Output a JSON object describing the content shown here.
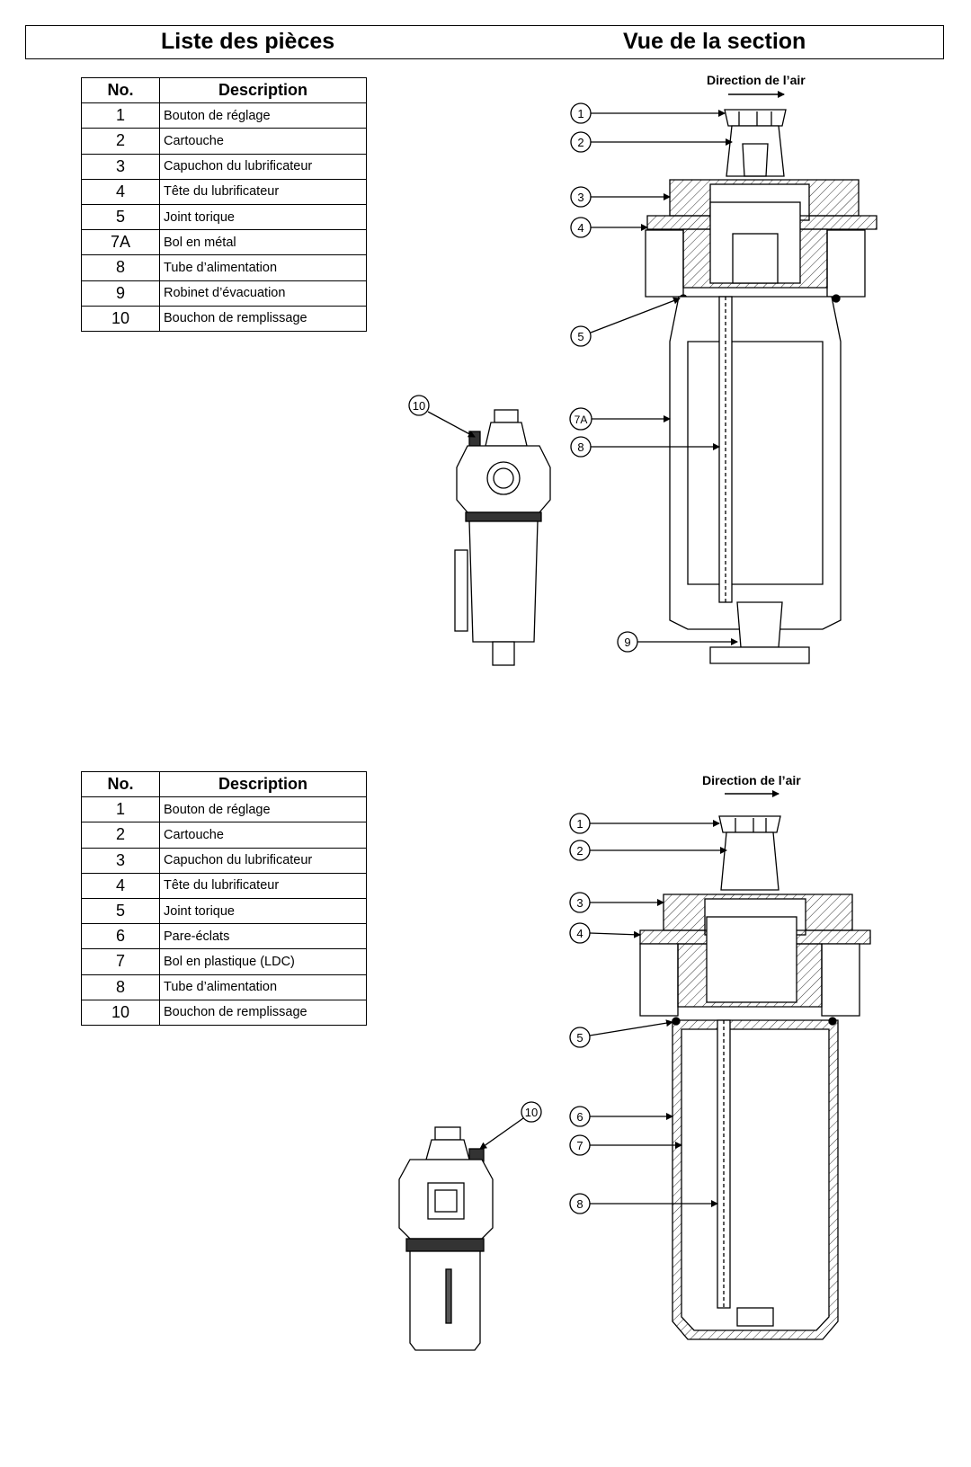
{
  "header": {
    "left_title": "Liste des pièces",
    "right_title": "Vue de la section"
  },
  "table_top": {
    "col_no": "No.",
    "col_desc": "Description",
    "rows": [
      {
        "no": "1",
        "desc": "Bouton de réglage"
      },
      {
        "no": "2",
        "desc": "Cartouche"
      },
      {
        "no": "3",
        "desc": "Capuchon du lubrificateur"
      },
      {
        "no": "4",
        "desc": "Tête du lubrificateur"
      },
      {
        "no": "5",
        "desc": "Joint torique"
      },
      {
        "no": "7A",
        "desc": "Bol en métal"
      },
      {
        "no": "8",
        "desc": "Tube d’alimentation"
      },
      {
        "no": "9",
        "desc": "Robinet d’évacuation"
      },
      {
        "no": "10",
        "desc": "Bouchon de remplissage"
      }
    ]
  },
  "table_bottom": {
    "col_no": "No.",
    "col_desc": "Description",
    "rows": [
      {
        "no": "1",
        "desc": "Bouton de réglage"
      },
      {
        "no": "2",
        "desc": "Cartouche"
      },
      {
        "no": "3",
        "desc": "Capuchon du lubrificateur"
      },
      {
        "no": "4",
        "desc": "Tête du lubrificateur"
      },
      {
        "no": "5",
        "desc": "Joint torique"
      },
      {
        "no": "6",
        "desc": "Pare-éclats"
      },
      {
        "no": "7",
        "desc": "Bol en plastique (LDC)"
      },
      {
        "no": "8",
        "desc": "Tube d’alimentation"
      },
      {
        "no": "10",
        "desc": "Bouchon de remplissage"
      }
    ]
  },
  "section_top": {
    "air_label": "Direction de l’air",
    "callouts": [
      "1",
      "2",
      "3",
      "4",
      "5",
      "7A",
      "8",
      "9"
    ],
    "external_callout": "10"
  },
  "section_bottom": {
    "air_label": "Direction de l’air",
    "callouts": [
      "1",
      "2",
      "3",
      "4",
      "5",
      "6",
      "7",
      "8"
    ],
    "external_callout": "10"
  }
}
